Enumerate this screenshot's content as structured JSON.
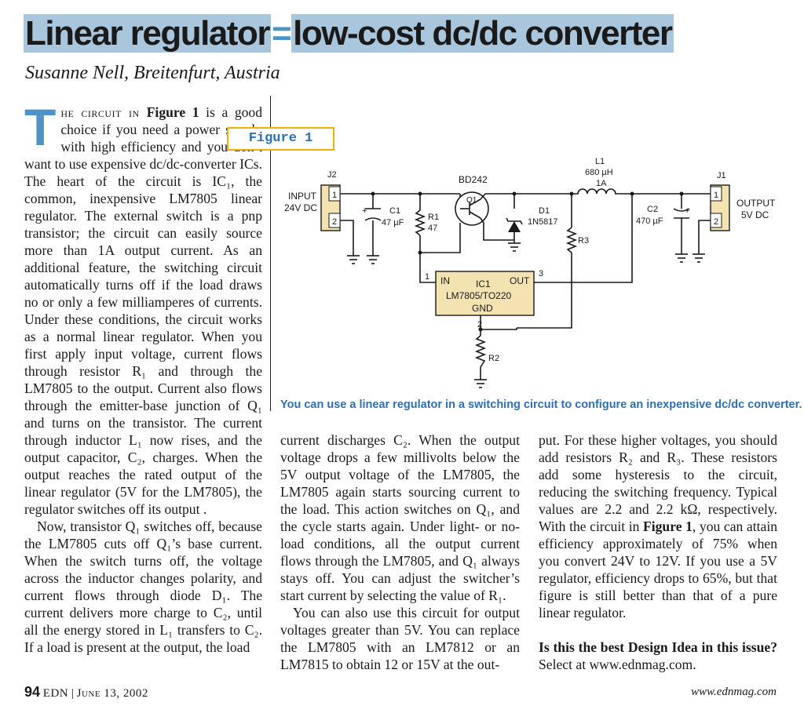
{
  "article": {
    "title_part1": "Linear regulator",
    "title_eq": "=",
    "title_part2": "low-cost dc/dc converter",
    "author": "Susanne Nell, Breitenfurt, Austria",
    "dropcap": "T",
    "lead_smallcaps": "he circuit in ",
    "lead_fig_ref": "Figure 1",
    "col1_p1_rest": " is a good choice if you need a power supply with high efficiency and you don’t want to use expensive dc/dc-converter ICs. The heart of the circuit is IC₁, the common, inexpensive LM7805 linear regulator. The external switch is a pnp transistor; the circuit can easily source more than 1A output current. As an additional feature, the switching circuit automatically turns off if the load draws no or only a few milliamperes of currents. Under these conditions, the circuit works as a normal linear regulator. When you first apply input voltage, current flows through resistor R₁ and through the LM7805 to the output. Current also flows through the emitter-base junction of Q₁ and turns on the transistor. The current through inductor L₁ now rises, and the output capacitor, C₂, charges. When the output reaches the rated output of the linear regulator (5V for the LM7805), the regulator switches off its output .",
    "col1_p2": "Now, transistor Q₁ switches off, because the LM7805 cuts off Q₁’s base current. When the switch turns off, the voltage across the inductor changes polarity, and current flows through diode D₁. The current delivers more charge to C₂, until all the energy stored in L₁ transfers to C₂. If a load is present at the output, the load",
    "col2_p1": "current discharges C₂. When the output voltage drops a few millivolts below the 5V output voltage of the LM7805, the LM7805 again starts sourcing current to the load. This action switches on Q₁, and the cycle starts again. Under light- or no-load conditions, all the output current flows through the LM7805, and Q₁ always stays off. You can adjust the switcher’s start current by selecting the value of R₁.",
    "col2_p2": "You can also use this circuit for output voltages greater than 5V. You can replace the LM7805 with an LM7812 or an LM7815 to obtain 12 or 15V at the out-",
    "col3_p1_a": "put. For these higher voltages, you should add resistors R₂ and R₃. These resistors add some hysteresis to the circuit, reducing the switching frequency. Typical values are 2.2 and 2.2 kΩ, respectively. With the circuit in ",
    "col3_fig_ref": "Figure 1",
    "col3_p1_b": ", you can attain efficiency approximately of 75% when you convert 24V to 12V. If you use a 5V regulator, efficiency drops to 65%, but that figure is still better than that of a pure linear regulator.",
    "col3_cta_bold": "Is this the best Design Idea in this issue?",
    "col3_cta_rest": " Select at www.ednmag.com."
  },
  "figure": {
    "label": "Figure 1",
    "caption": "You can use a linear regulator in a switching circuit to configure an inexpensive dc/dc converter.",
    "j2": "J2",
    "j1": "J1",
    "pin1": "1",
    "pin2": "2",
    "pin3": "3",
    "input_line1": "INPUT",
    "input_line2": "24V DC",
    "output_line1": "OUTPUT",
    "output_line2": "5V DC",
    "c1_name": "C1",
    "c1_value": "47 µF",
    "r1_name": "R1",
    "r1_value": "47",
    "q1_part": "BD242",
    "q1_name": "Q1",
    "d1_name": "D1",
    "d1_part": "1N5817",
    "l1_name": "L1",
    "l1_value": "680 µH",
    "l1_current": "1A",
    "c2_name": "C2",
    "c2_value": "470 µF",
    "plus": "+",
    "r3_name": "R3",
    "r2_name": "R2",
    "ic_in": "IN",
    "ic_name": "IC1",
    "ic_out": "OUT",
    "ic_part": "LM7805/TO220",
    "ic_gnd": "GND"
  },
  "footer": {
    "page": "94",
    "journal": "EDN",
    "date": "June 13, 2002",
    "url": "www.ednmag.com"
  },
  "colors": {
    "title_highlight": "#aac6dc",
    "accent_blue": "#2e6fb4",
    "dropcap_blue": "#4f92c4",
    "figure_label_border": "#f2b200",
    "connector_fill": "#f3e3b0"
  }
}
